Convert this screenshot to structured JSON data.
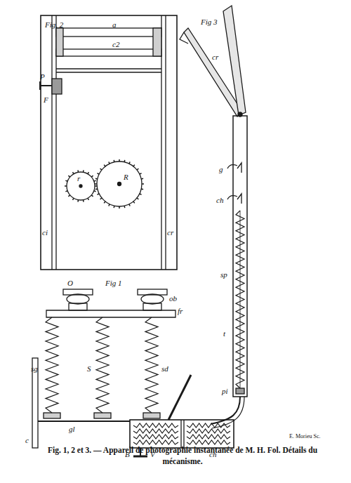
{
  "diagram": {
    "caption": "Fig. 1, 2 et 3. — Appareil de photographie instantanée de M. H. Fol. Détails du mécanisme.",
    "labels": [
      "Fig. 2",
      "a",
      "c2",
      "P",
      "F",
      "r",
      "R",
      "ci",
      "cr",
      "Fig 3",
      "cr",
      "g",
      "ch",
      "sp",
      "t",
      "pi",
      "Fig 1",
      "O",
      "ob",
      "fr",
      "sg",
      "S",
      "sd",
      "gl",
      "c",
      "V",
      "B",
      "ch",
      "E. Morieu Sc."
    ]
  }
}
